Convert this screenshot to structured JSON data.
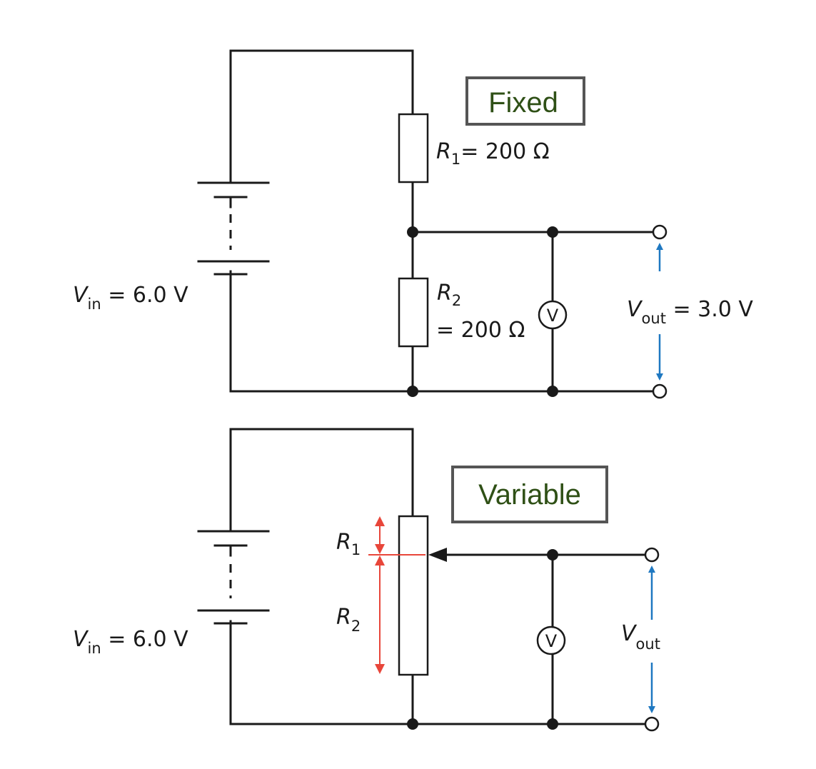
{
  "fixed": {
    "box_label": "Fixed",
    "r1_sym": "R",
    "r1_sub": "1",
    "r1_value": "= 200 Ω",
    "r2_sym": "R",
    "r2_sub": "2",
    "r2_value": "= 200 Ω",
    "vin_sym": "V",
    "vin_sub": "in",
    "vin_value": " = 6.0 V",
    "vout_sym": "V",
    "vout_sub": "out",
    "vout_value": " = 3.0 V",
    "meter_label": "V"
  },
  "variable": {
    "box_label": "Variable",
    "r1_sym": "R",
    "r1_sub": "1",
    "r2_sym": "R",
    "r2_sub": "2",
    "vin_sym": "V",
    "vin_sub": "in",
    "vin_value": " = 6.0 V",
    "vout_sym": "V",
    "vout_sub": "out",
    "meter_label": "V"
  },
  "colors": {
    "wire": "#1a1a1a",
    "label_box_text": "#2f5016",
    "label_box_border": "#555555",
    "resistance_arrows": "#e8463a",
    "vout_arrows": "#1f78c1"
  }
}
